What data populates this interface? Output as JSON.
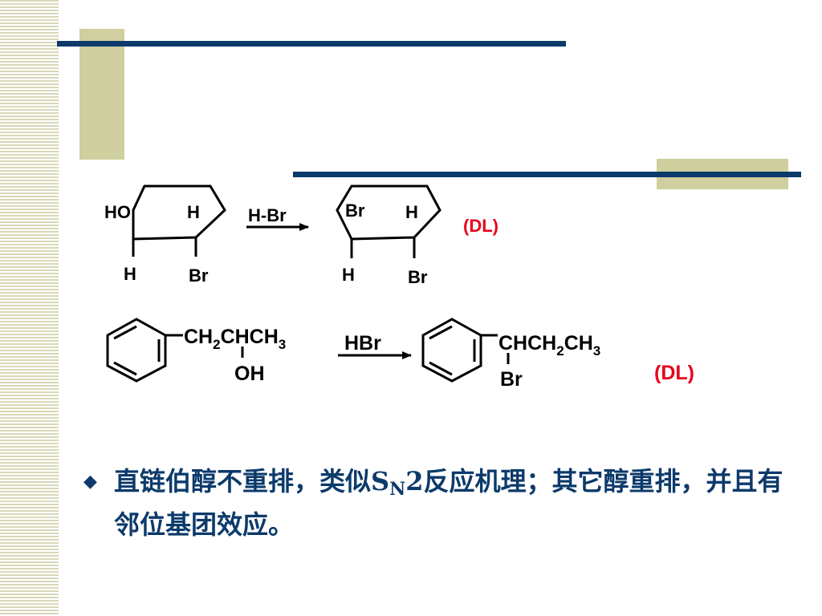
{
  "reaction1": {
    "reactant": {
      "sub_top_left": "HO",
      "sub_top_right": "H",
      "sub_bottom_left": "H",
      "sub_bottom_right": "Br"
    },
    "reagent": "H-Br",
    "product": {
      "sub_top_left": "Br",
      "sub_top_right": "H",
      "sub_bottom_left": "H",
      "sub_bottom_right": "Br"
    },
    "stereo_label": "(DL)"
  },
  "reaction2": {
    "reactant": {
      "chain": [
        {
          "t": "CH"
        },
        {
          "s": "2"
        },
        {
          "t": "CHCH"
        },
        {
          "s": "3"
        }
      ],
      "substituent": "OH"
    },
    "reagent": "HBr",
    "product": {
      "chain": [
        {
          "t": "CHCH"
        },
        {
          "s": "2"
        },
        {
          "t": "CH"
        },
        {
          "s": "3"
        }
      ],
      "substituent": "Br"
    },
    "stereo_label": "(DL)"
  },
  "bullet": {
    "marker": "◆",
    "text_before": "直链伯醇不重排，类似S",
    "subscript": "N",
    "text_after": "2反应机理；其它醇重排，并且有邻位基团效应。"
  },
  "colors": {
    "navy": "#0c3a6b",
    "khaki": "#cfcf9f",
    "stereo_red": "#e8001c"
  }
}
